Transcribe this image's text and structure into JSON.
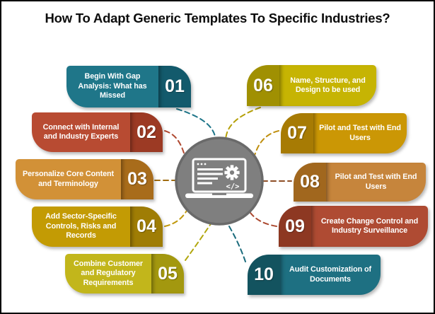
{
  "title": "How To Adapt Generic Templates To Specific Industries?",
  "canvas": {
    "background": "#FFFFFF",
    "border_color": "#000000"
  },
  "center": {
    "icon": "laptop-gear-code-icon",
    "circle_color": "#7F7F7F",
    "circle_border": "#6A6A6A",
    "icon_color": "#FFFFFF",
    "code_glyph": "</>"
  },
  "items": [
    {
      "num": "01",
      "label": "Begin With Gap Analysis: What has Missed",
      "side": "left",
      "color": "#1F7689",
      "num_color": "#135A6C",
      "connector_color": "#1E7589"
    },
    {
      "num": "02",
      "label": "Connect with Internal and Industry Experts",
      "side": "left",
      "color": "#B84B32",
      "num_color": "#9C3A24",
      "connector_color": "#B04A32"
    },
    {
      "num": "03",
      "label": "Personalize Core Content and Terminology",
      "side": "left",
      "color": "#D29137",
      "num_color": "#A86C1B",
      "connector_color": "#A06C10"
    },
    {
      "num": "04",
      "label": "Add Sector-Specific Controls, Risks and Records",
      "side": "left",
      "color": "#C39B04",
      "num_color": "#9F7D05",
      "connector_color": "#C0990E"
    },
    {
      "num": "05",
      "label": "Combine Customer and Regulatory Requirements",
      "side": "left",
      "color": "#C2B61B",
      "num_color": "#A3980F",
      "connector_color": "#B2A70E"
    },
    {
      "num": "06",
      "label": "Name, Structure, and Design to be used",
      "side": "right",
      "color": "#C6B403",
      "num_color": "#A09002",
      "connector_color": "#B5A008"
    },
    {
      "num": "07",
      "label": "Pilot and Test with End Users",
      "side": "right",
      "color": "#CB9705",
      "num_color": "#A77B04",
      "connector_color": "#C09010"
    },
    {
      "num": "08",
      "label": "Pilot and Test with End Users",
      "side": "right",
      "color": "#C6853C",
      "num_color": "#A1671E",
      "connector_color": "#8E4E26"
    },
    {
      "num": "09",
      "label": "Create Change Control and Industry Surveillance",
      "side": "right",
      "color": "#AF4B33",
      "num_color": "#8D3822",
      "connector_color": "#AC4A31"
    },
    {
      "num": "10",
      "label": "Audit Customization of Documents",
      "side": "right",
      "color": "#1E7082",
      "num_color": "#13535F",
      "connector_color": "#1A6B7C"
    }
  ]
}
